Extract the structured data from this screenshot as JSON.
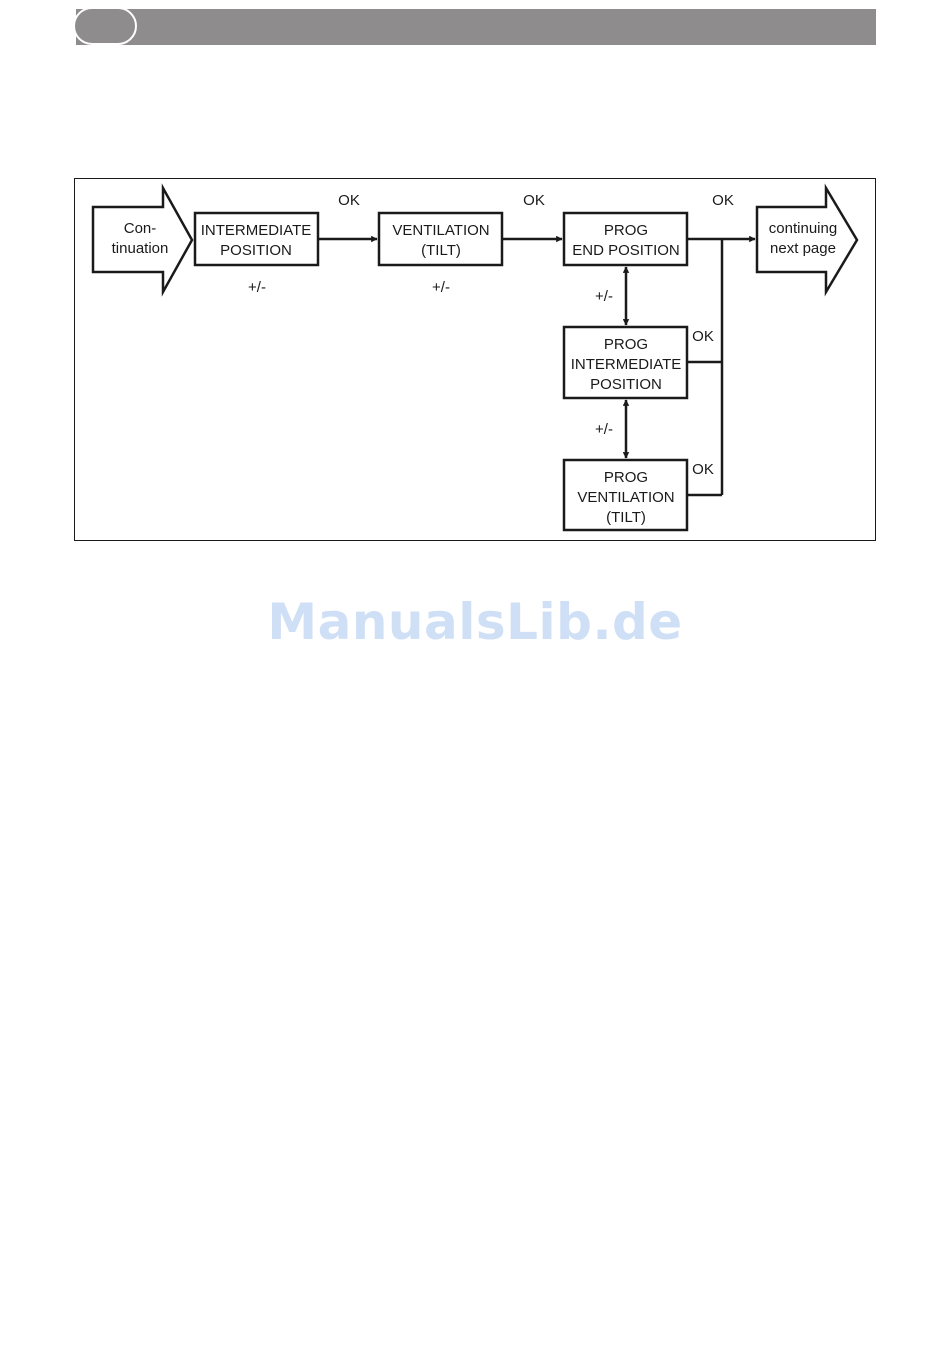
{
  "colors": {
    "header": "#8f8c8d",
    "line": "#1a1a1a",
    "watermark": "#cfe0f6"
  },
  "diagram": {
    "nodes": {
      "start_arrow": [
        "Con-",
        "tinuation"
      ],
      "intermediate_position": [
        "INTERMEDIATE",
        "POSITION"
      ],
      "ventilation_tilt": [
        "VENTILATION",
        "(TILT)"
      ],
      "prog_end_position": [
        "PROG",
        "END POSITION"
      ],
      "end_arrow": [
        "continuing",
        "next page"
      ],
      "prog_intermediate_position": [
        "PROG",
        "INTERMEDIATE",
        "POSITION"
      ],
      "prog_ventilation_tilt": [
        "PROG",
        "VENTILATION",
        "(TILT)"
      ]
    },
    "edge_labels": {
      "ok_1": "OK",
      "ok_2": "OK",
      "ok_3": "OK",
      "ok_4": "OK",
      "ok_5": "OK",
      "plusminus_1": "+/-",
      "plusminus_2": "+/-",
      "plusminus_3": "+/-",
      "plusminus_4": "+/-"
    }
  },
  "watermark": "ManualsLib.de"
}
